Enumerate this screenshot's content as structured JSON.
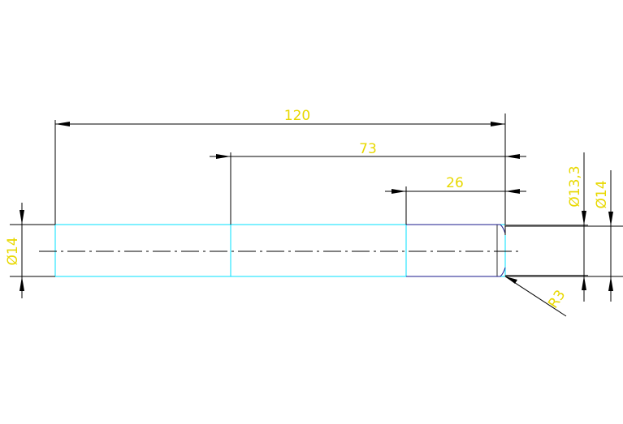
{
  "drawing": {
    "label_color": "#e8d800",
    "part_color": "#00e0ff",
    "dimension_color": "#000000",
    "dimensions": {
      "overall_length": "120",
      "middle_length": "73",
      "end_length": "26",
      "left_diameter": "Ø14",
      "groove_diameter": "Ø13,3",
      "right_diameter": "Ø14",
      "radius": "R3"
    }
  }
}
